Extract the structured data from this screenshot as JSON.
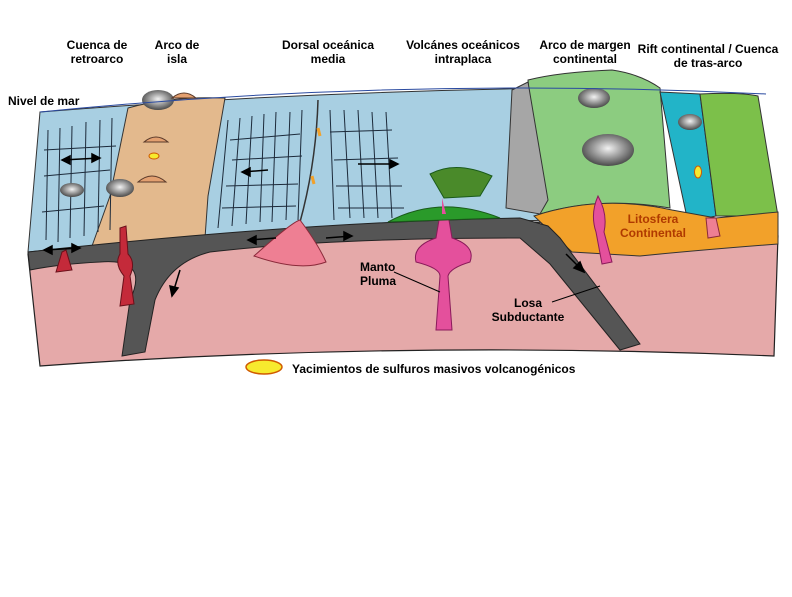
{
  "labels": {
    "sea_level": "Nivel de mar",
    "backarc_basin": "Cuenca de\nretroarco",
    "island_arc": "Arco de\nisla",
    "mid_ocean_ridge": "Dorsal oceánica\nmedia",
    "intraplate_volcanoes": "Volcánes oceánicos\nintraplaca",
    "continental_margin_arc": "Arco de margen\ncontinental",
    "continental_rift": "Rift continental / Cuenca\nde tras-arco",
    "continental_lithosphere": "Litosfera\nContinental",
    "mantle_plume": "Manto\nPluma",
    "subducting_slab": "Losa\nSubductante"
  },
  "legend": {
    "label": "Yacimientos de sulfuros masivos volcanogénicos"
  },
  "colors": {
    "ocean": "#a8cfe2",
    "island_arc_crust": "#e3b98d",
    "oceanic_plate": "#555555",
    "mantle": "#e5a9a9",
    "continental_crust": "#8ccc80",
    "rift_basin": "#22b4c8",
    "lithosphere": "#f2a12a",
    "magma": "#c42a3a",
    "plume": "#e4509c",
    "ridge_melt": "#ee7f93",
    "seamount": "#4a8a2a",
    "seamount_base": "#2a9a2a",
    "deposit": "#f7ea2e",
    "smoke": "#7a7a7a"
  }
}
